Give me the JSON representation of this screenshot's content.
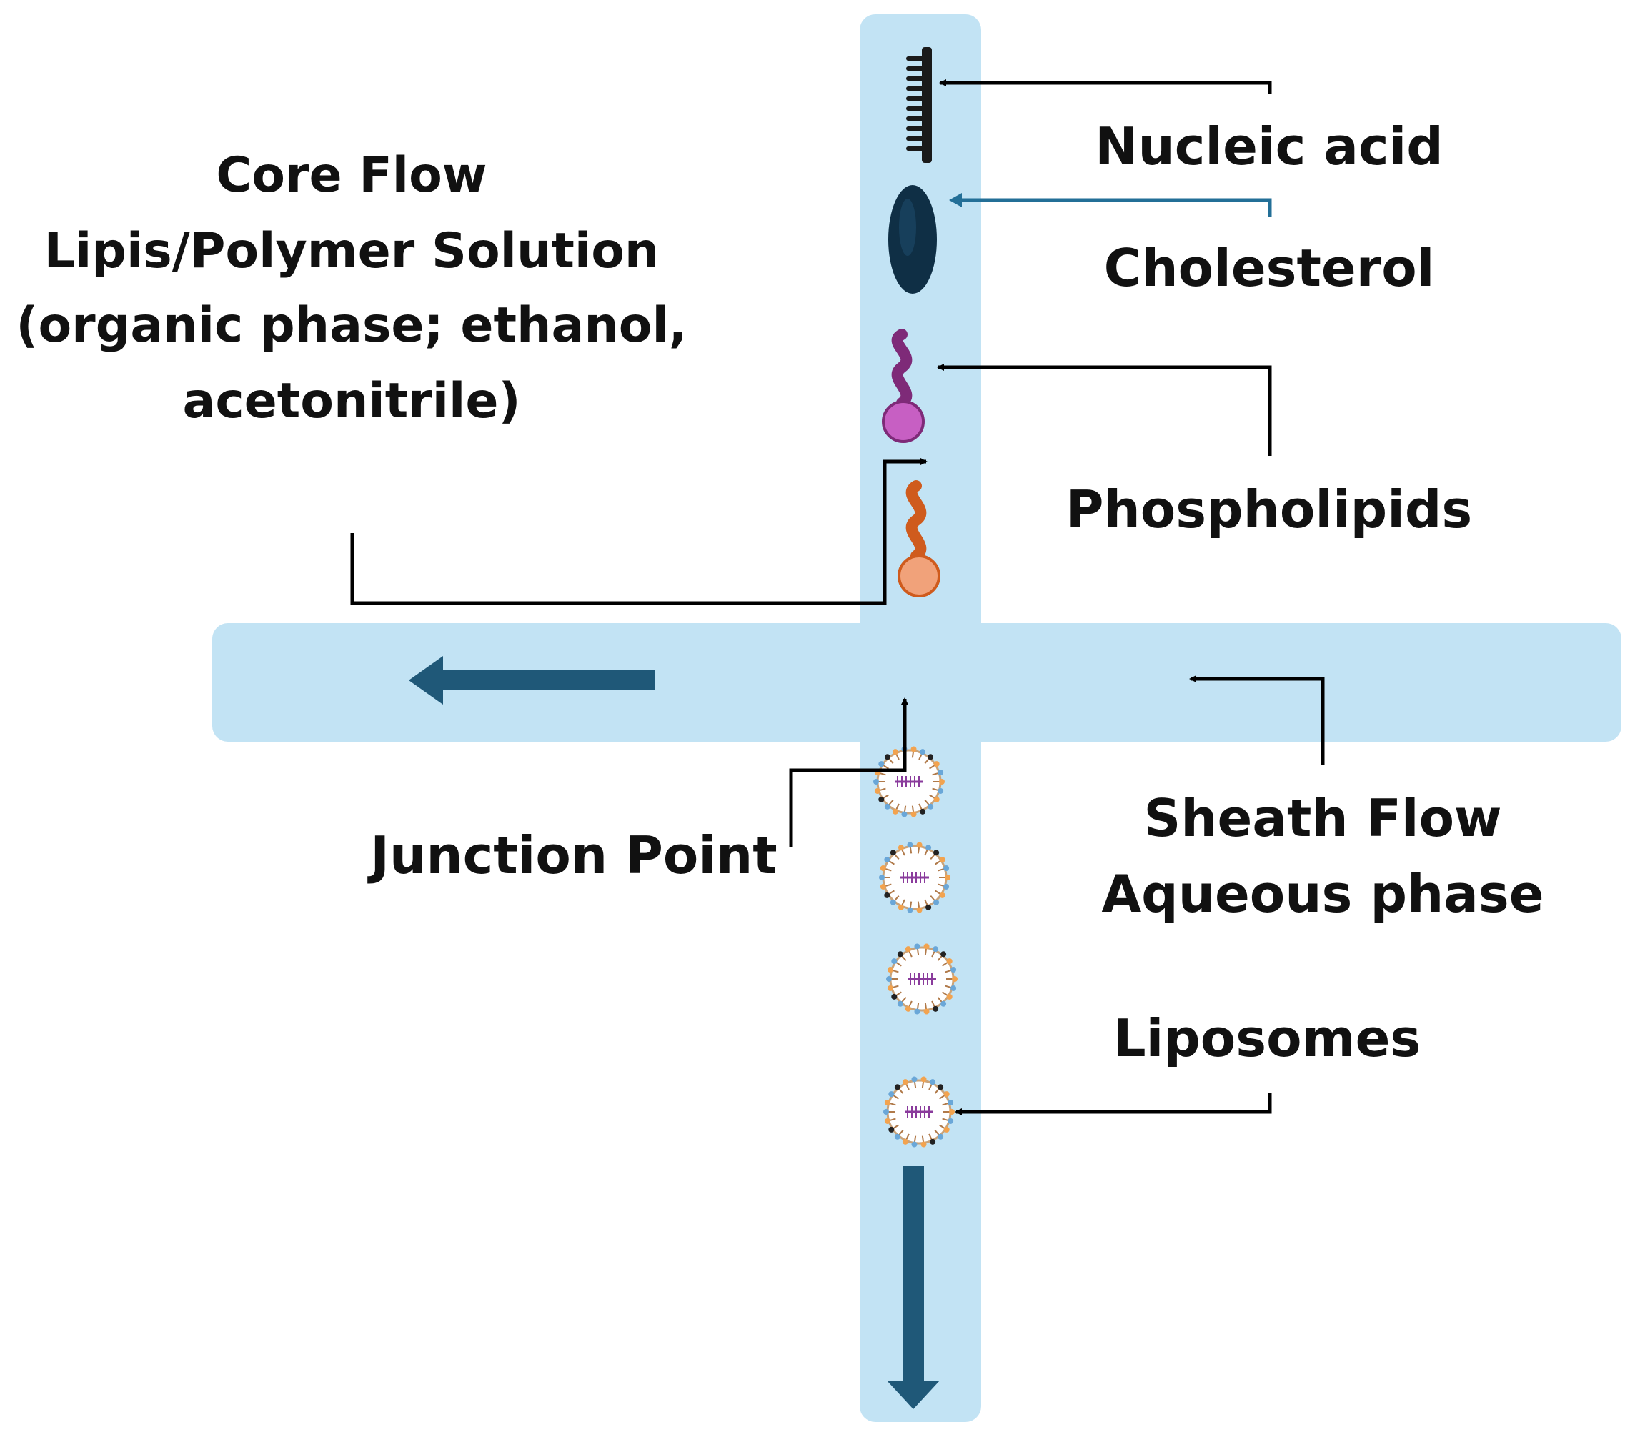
{
  "colors": {
    "channel": "#c2e3f4",
    "flow_arrow": "#1f5878",
    "leader_line": "#000000",
    "cholesterol_leader": "#236f97",
    "nucleic_acid": "#1a1a1a",
    "cholesterol": "#0f2f45",
    "phospholipid_purple": "#7e2a78",
    "phospholipid_purple_head": "#c75fc3",
    "phospholipid_orange": "#cf5b1d",
    "phospholipid_orange_head": "#f1a27a"
  },
  "labels": {
    "core_flow": {
      "title": "Core Flow",
      "line2": "Lipis/Polymer Solution",
      "line3": "(organic phase; ethanol,",
      "line4": "acetonitrile)"
    },
    "nucleic_acid": "Nucleic acid",
    "cholesterol": "Cholesterol",
    "phospholipids": "Phospholipids",
    "sheath_flow": {
      "title": "Sheath Flow",
      "line2": "Aqueous phase"
    },
    "junction_point": "Junction Point",
    "liposomes": "Liposomes"
  },
  "icons": {
    "nucleic_acid": "nucleic-acid-icon",
    "cholesterol": "cholesterol-icon",
    "phospholipid": "phospholipid-icon",
    "liposome": "liposome-icon",
    "flow_arrow": "flow-arrow-icon"
  }
}
